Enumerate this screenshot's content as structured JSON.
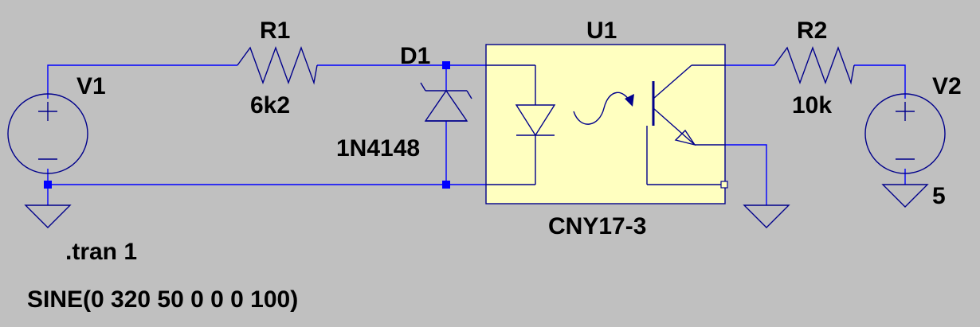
{
  "colors": {
    "background": "#c0c0c0",
    "wire": "#0000ff",
    "symbol": "#00008b",
    "optocoupler_body": "#ffffc0",
    "text": "#000000"
  },
  "components": {
    "v1": {
      "ref": "V1"
    },
    "r1": {
      "ref": "R1",
      "value": "6k2"
    },
    "d1": {
      "ref": "D1",
      "value": "1N4148"
    },
    "u1": {
      "ref": "U1",
      "value": "CNY17-3"
    },
    "r2": {
      "ref": "R2",
      "value": "10k"
    },
    "v2": {
      "ref": "V2",
      "value": "5"
    }
  },
  "directives": {
    "tran": ".tran 1",
    "source": "SINE(0 320 50 0 0 0 100)"
  }
}
